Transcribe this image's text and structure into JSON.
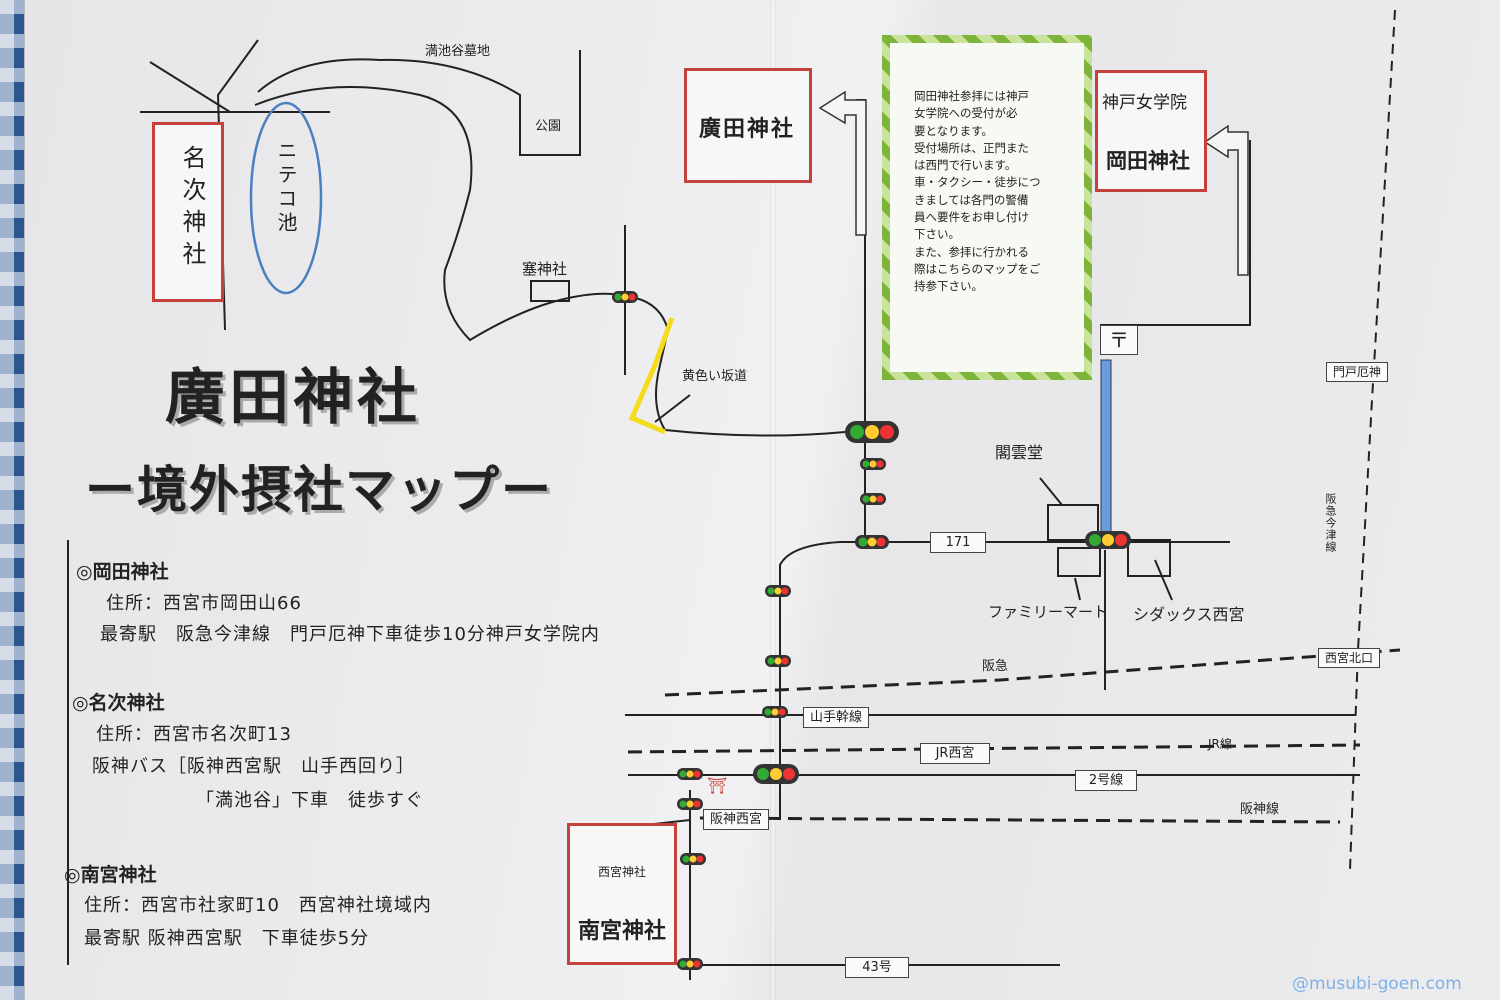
{
  "title": {
    "main": "廣田神社",
    "sub": "ー境外摂社マップー"
  },
  "shrine_boxes": {
    "hirota": "廣田神社",
    "nagutsu": "名次神社",
    "okada_top": "神戸女学院",
    "okada_bottom": "岡田神社",
    "nangu_small": "西宮神社",
    "nangu_big": "南宮神社"
  },
  "map_labels": {
    "pond": "ニテコ池",
    "cemetery": "満池谷墓地",
    "park": "公園",
    "sai_shrine": "塞神社",
    "yellow_slope": "黄色い坂道",
    "kaku_undo": "閣雲堂",
    "family_mart": "ファミリーマート",
    "sidax": "シダックス西宮",
    "hankyu": "阪急",
    "jr_line": "JR線",
    "hanshin_line": "阪神線",
    "imazu_line": "阪急今津線",
    "post_office": "〒",
    "torii": "⛩"
  },
  "road_tags": {
    "route171": "171",
    "yamate": "山手幹線",
    "jr_nishinomiya": "JR西宮",
    "route2": "2号線",
    "hanshin_nishinomiya": "阪神西宮",
    "route43": "43号",
    "monto_yakujin": "門戸厄神",
    "nishinomiya_kitaguchi": "西宮北口"
  },
  "note": "岡田神社参拝には神戸\n女学院への受付が必\n要となります。\n受付場所は、正門また\nは西門で行います。\n車・タクシー・徒歩につ\nきましては各門の警備\n員へ要件をお申し付け\n下さい。\nまた、参拝に行かれる\n際はこちらのマップをご\n持参下さい。",
  "info": {
    "okada": {
      "head": "◎岡田神社",
      "addr": "住所：西宮市岡田山66",
      "access": "最寄駅　阪急今津線　門戸厄神下車徒歩10分神戸女学院内"
    },
    "nagutsu": {
      "head": "◎名次神社",
      "addr": "住所：西宮市名次町13",
      "access1": "阪神バス［阪神西宮駅　山手西回り］",
      "access2": "「満池谷」下車　徒歩すぐ"
    },
    "nangu": {
      "head": "◎南宮神社",
      "addr": "住所：西宮市社家町10　西宮神社境域内",
      "access": "最寄駅 阪神西宮駅　下車徒歩5分"
    }
  },
  "watermark": "@musubi-goen.com",
  "colors": {
    "shrine_border": "#c4423b",
    "pond_border": "#4a7fc1",
    "yellow_slope": "#f2dc1c",
    "blue_road": "#6a9de0",
    "clover": "#7fb43a"
  }
}
